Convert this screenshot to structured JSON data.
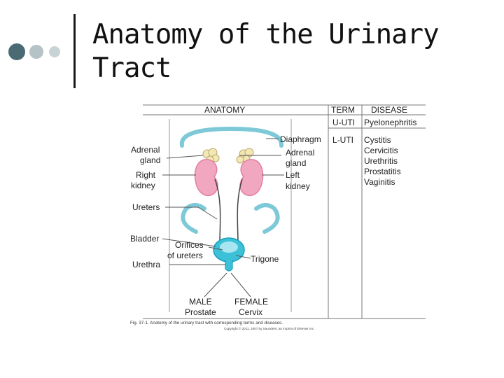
{
  "slide": {
    "title_line1": "Anatomy of the Urinary",
    "title_line2": "Tract"
  },
  "figure": {
    "headers": {
      "anatomy": "ANATOMY",
      "term": "TERM",
      "disease": "DISEASE"
    },
    "terms": {
      "upper": "U-UTI",
      "lower": "L-UTI"
    },
    "upper_diseases": [
      "Pyelonephritis"
    ],
    "lower_diseases": [
      "Cystitis",
      "Cervicitis",
      "Urethritis",
      "Prostatitis",
      "Vaginitis"
    ],
    "labels": {
      "adrenal_left_1": "Adrenal",
      "adrenal_left_2": "gland",
      "right_kidney_1": "Right",
      "right_kidney_2": "kidney",
      "ureters": "Ureters",
      "bladder": "Bladder",
      "urethra": "Urethra",
      "orifices_1": "Orifices",
      "orifices_2": "of ureters",
      "diaphragm": "Diaphragm",
      "adrenal_right_1": "Adrenal",
      "adrenal_right_2": "gland",
      "left_kidney_1": "Left",
      "left_kidney_2": "kidney",
      "trigone": "Trigone",
      "male_1": "MALE",
      "male_2": "Prostate",
      "female_1": "FEMALE",
      "female_2": "Cervix"
    },
    "caption": "Fig. 37-1. Anatomy of the urinary tract with corresponding terms and diseases.",
    "copyright": "Copyright © 2011, 2007 by Saunders, an imprint of Elsevier Inc.",
    "colors": {
      "kidney": "#f2a7c0",
      "kidney_dark": "#e27fa4",
      "adrenal": "#f3e7b6",
      "diaphragm": "#7ec9d8",
      "bladder": "#3cc1d9",
      "bladder_dark": "#1b9fbe",
      "line": "#555555",
      "rule": "#777777"
    }
  }
}
